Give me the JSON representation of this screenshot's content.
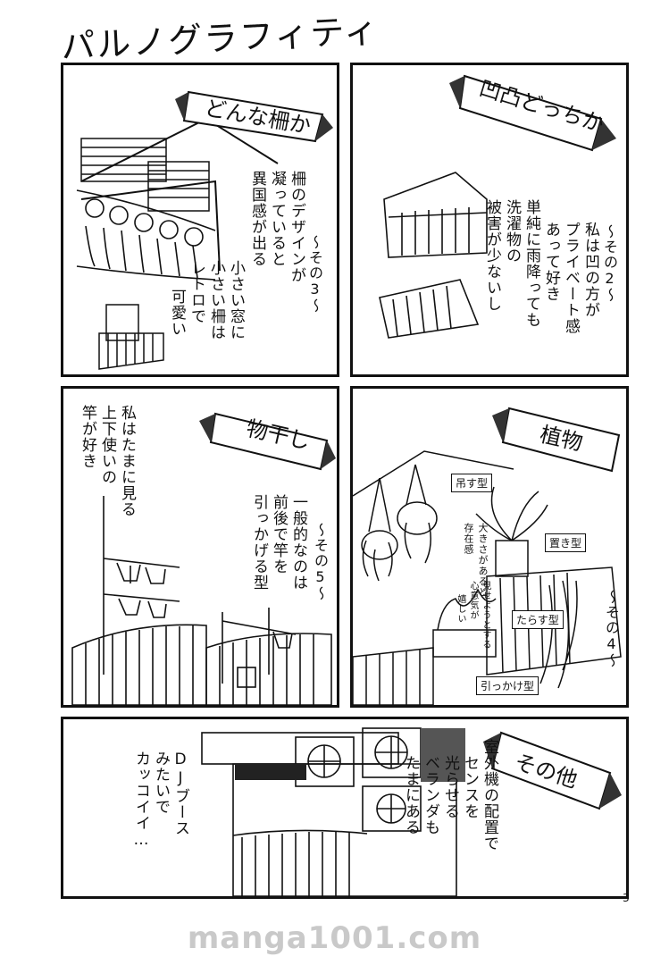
{
  "page_title": "パルノグラフィティ",
  "panels": {
    "p1": {
      "banner": "どんな柵か",
      "heading": "〜その3〜",
      "text1": "柵のデザインが凝っていると異国感が出る",
      "text1_lines": [
        "柵のデザインが",
        "凝っていると",
        "異国感が出る"
      ],
      "text2_lines": [
        "小さい窓に",
        "小さい柵は",
        "レトロで",
        "可愛い"
      ]
    },
    "p2": {
      "banner": "凹凸どっちか",
      "heading": "〜その2〜",
      "text_lines": [
        "私は凹の方が",
        "プライベート感",
        "あって好き",
        "単純に雨降っても",
        "洗濯物の",
        "被害が少ないし"
      ]
    },
    "p3": {
      "banner": "物干し",
      "heading": "〜その5〜",
      "text1_lines": [
        "私はたまに見る",
        "上下使いの",
        "竿が好き"
      ],
      "text2_lines": [
        "一般的なのは",
        "前後で竿を",
        "引っかげる型"
      ]
    },
    "p4": {
      "banner": "植物",
      "heading": "〜その4〜",
      "labels": [
        "吊す型",
        "置き型",
        "たらす型",
        "引っかけ型"
      ],
      "note1_lines": [
        "大きさがあると",
        "存在感"
      ],
      "note2_lines": [
        "見せようとする",
        "心意気が",
        "嬉しい"
      ]
    },
    "p5": {
      "banner": "その他",
      "text1_lines": [
        "室外機の配置で",
        "センスを",
        "光らせる",
        "ベランダも",
        "たまにある"
      ],
      "text2_lines": [
        "DJブース",
        "みたいで",
        "カッコイイ…"
      ]
    }
  },
  "page_number": "3",
  "watermark": "manga1001.com"
}
